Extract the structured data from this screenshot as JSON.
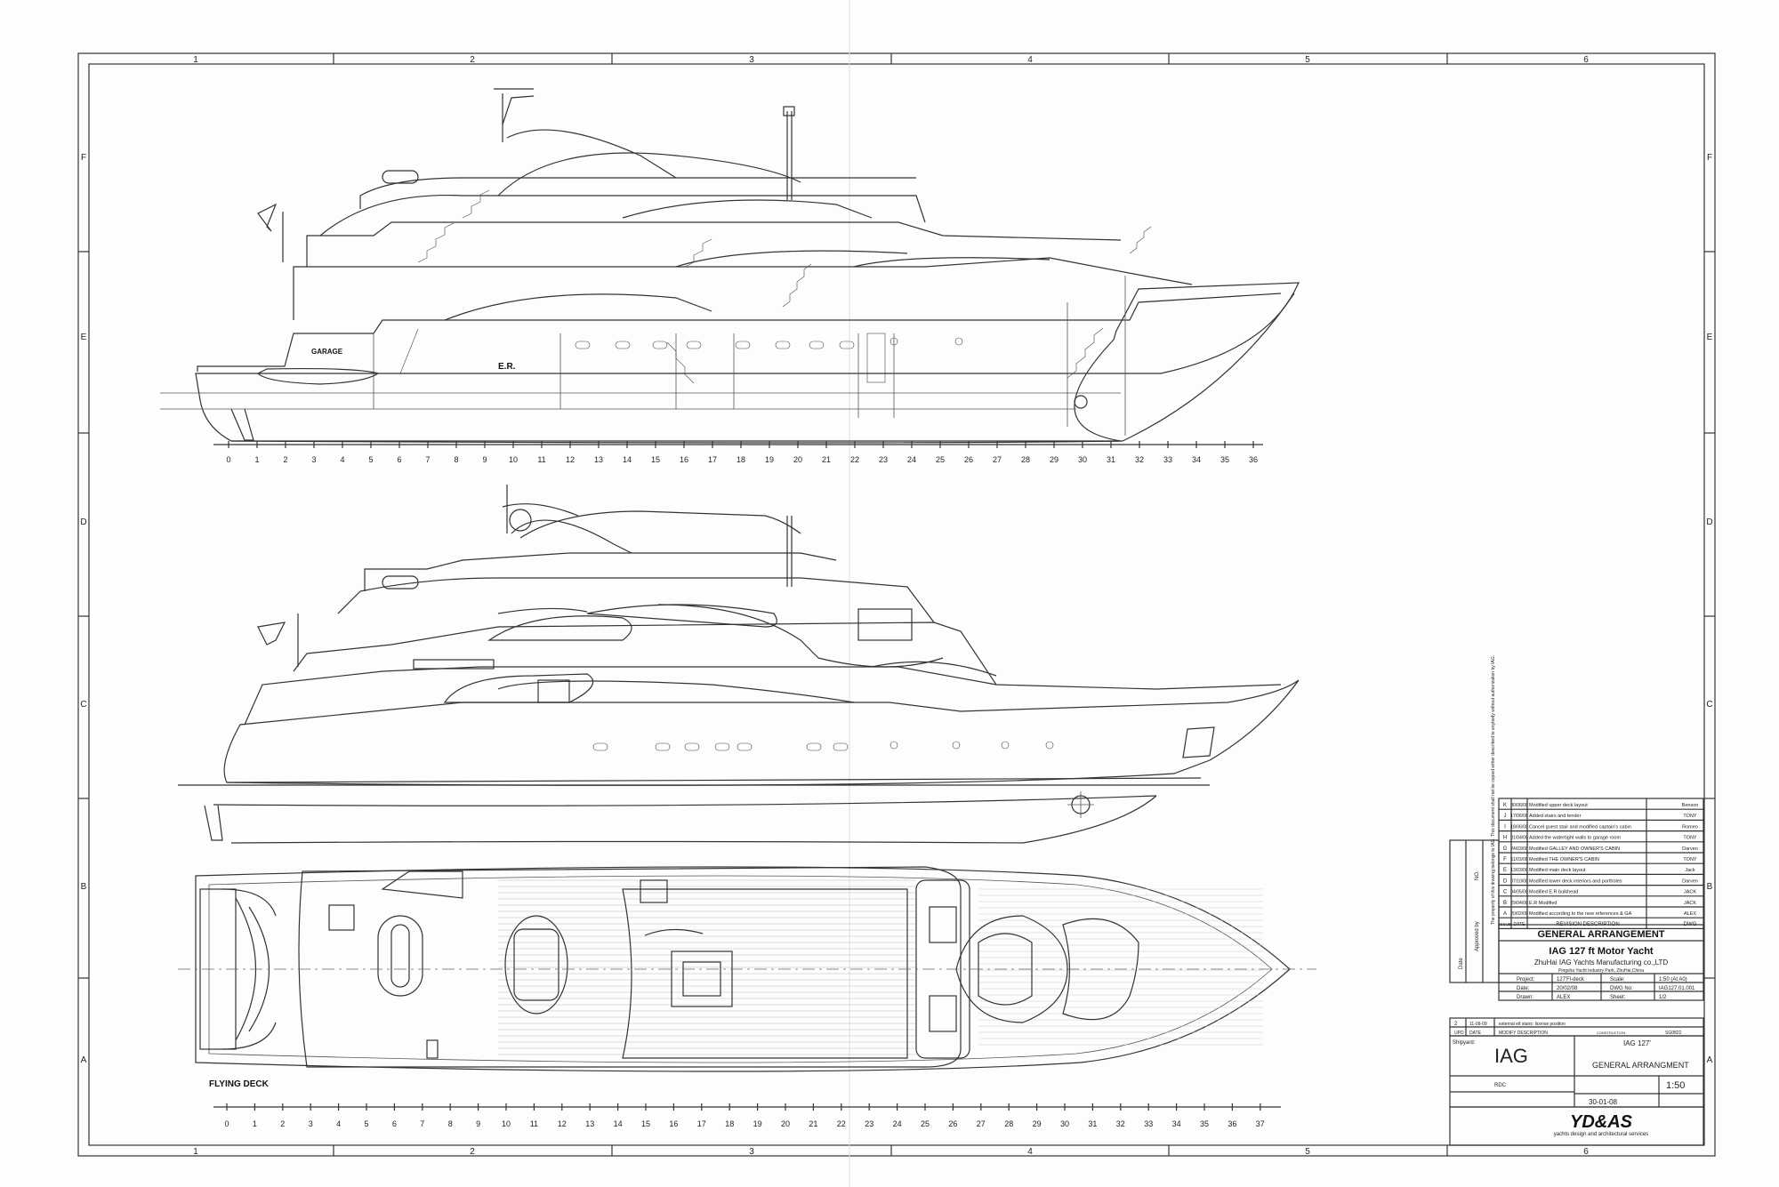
{
  "sheet": {
    "grid_columns": [
      "1",
      "2",
      "3",
      "4",
      "5",
      "6"
    ],
    "grid_rows": [
      "F",
      "E",
      "D",
      "C",
      "B",
      "A"
    ]
  },
  "profile_view": {
    "labels": [
      "GARAGE",
      "E.R."
    ],
    "frame_numbers": [
      "0",
      "1",
      "2",
      "3",
      "4",
      "5",
      "6",
      "7",
      "8",
      "9",
      "10",
      "11",
      "12",
      "13",
      "14",
      "15",
      "16",
      "17",
      "18",
      "19",
      "20",
      "21",
      "22",
      "23",
      "24",
      "25",
      "26",
      "27",
      "28",
      "29",
      "30",
      "31",
      "32",
      "33",
      "34",
      "35",
      "36"
    ]
  },
  "plan_view": {
    "caption": "FLYING DECK",
    "frame_numbers": [
      "0",
      "1",
      "2",
      "3",
      "4",
      "5",
      "6",
      "7",
      "8",
      "9",
      "10",
      "11",
      "12",
      "13",
      "14",
      "15",
      "16",
      "17",
      "18",
      "19",
      "20",
      "21",
      "22",
      "23",
      "24",
      "25",
      "26",
      "27",
      "28",
      "29",
      "30",
      "31",
      "32",
      "33",
      "34",
      "35",
      "36",
      "37"
    ]
  },
  "title_block": {
    "revisions": [
      {
        "rev": "K",
        "date": "30/06/08",
        "desc": "Modified upper deck layout",
        "by": "Benson"
      },
      {
        "rev": "J",
        "date": "17/06/08",
        "desc": "Added stairs and tender",
        "by": "TONY"
      },
      {
        "rev": "I",
        "date": "18/06/08",
        "desc": "Cancel guest stair and modified captain's cabin",
        "by": "Romeo"
      },
      {
        "rev": "H",
        "date": "01/04/08",
        "desc": "Added the watertight walls to garage room",
        "by": "TONY"
      },
      {
        "rev": "G",
        "date": "24/03/08",
        "desc": "Modified GALLEY AND OWNER'S CABIN",
        "by": "Darven"
      },
      {
        "rev": "F",
        "date": "11/03/08",
        "desc": "Modified THE OWNER'S CABIN",
        "by": "TONY"
      },
      {
        "rev": "E",
        "date": "13/03/08",
        "desc": "Modified main deck layout",
        "by": "Jack"
      },
      {
        "rev": "D",
        "date": "07/10/08",
        "desc": "Modified lower deck interiors and portholes",
        "by": "Darven"
      },
      {
        "rev": "C",
        "date": "04/05/08",
        "desc": "Modified E.R bulkhead",
        "by": "JACK"
      },
      {
        "rev": "B",
        "date": "29/04/08",
        "desc": "E.R Modified",
        "by": "JACK"
      },
      {
        "rev": "A",
        "date": "20/02/08",
        "desc": "Modified according to the new references & GA",
        "by": "ALEX"
      }
    ],
    "rev_header": {
      "issue": "ISSUE",
      "date": "DATE",
      "desc": "REVISION DESCRIPTION",
      "dwg": "DWG"
    },
    "side_labels": {
      "no": "NO.",
      "approved": "Approved by",
      "date": "Date"
    },
    "rights_note": "The property of this drawing belongs to IAG. This document shall not be copied either described to anybody without authorization by IAG.",
    "title": "GENERAL ARRANGEMENT",
    "subtitle": "IAG 127 ft Motor Yacht",
    "company": "ZhuHai IAG Yachts Manufacturing co.,LTD",
    "address": "Pingsha Yacht Industry Park, ZhuHai,China",
    "project_label": "Project:",
    "project_value": "127'Fl-deck",
    "scale_label": "Scale:",
    "scale_value": "1:50 (At A0)",
    "date_label": "Date:",
    "date_value": "20/02/08",
    "dwg_label": "DWG No:",
    "dwg_value": "IAG127.01.001",
    "drawn_label": "Drawn:",
    "drawn_value": "ALEX",
    "sheet_label": "Sheet:",
    "sheet_value": "1/2",
    "mod_row": {
      "num": "2",
      "date": "11-09-09",
      "desc": "external elt stairs: license position"
    },
    "mod_header": {
      "upd": "UPD",
      "date": "DATE",
      "desc": "MODIFY DESCRIPTION",
      "constr": "CONSTRUCTION",
      "code": "SG0822"
    },
    "shipyard_label": "Shipyard:",
    "shipyard": "IAG",
    "construction": "IAG 127'",
    "drawing_title": "GENERAL ARRANGMENT",
    "scale_big": "1:50",
    "drawn_by": "RDC",
    "date_big": "30-01-08",
    "logo": "YD&AS",
    "logo_sub": "yachts design and architectural services"
  }
}
